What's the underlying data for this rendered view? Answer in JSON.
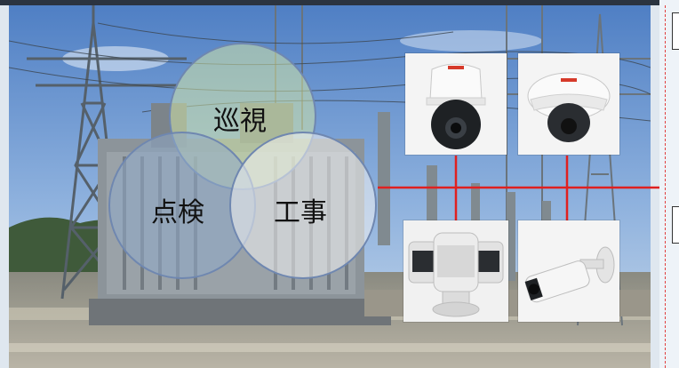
{
  "venn": {
    "top_label": "巡視",
    "left_label": "点検",
    "right_label": "工事"
  },
  "colors": {
    "top_circle": "#cfe3a8",
    "left_circle": "#8fa9c9",
    "right_circle": "#f2f2f2",
    "connector": "#e02020",
    "divider": "#e24040"
  },
  "cameras": [
    {
      "name": "ptz-dome-camera-icon"
    },
    {
      "name": "fixed-dome-camera-icon"
    },
    {
      "name": "positioning-camera-icon"
    },
    {
      "name": "bullet-camera-icon"
    }
  ]
}
